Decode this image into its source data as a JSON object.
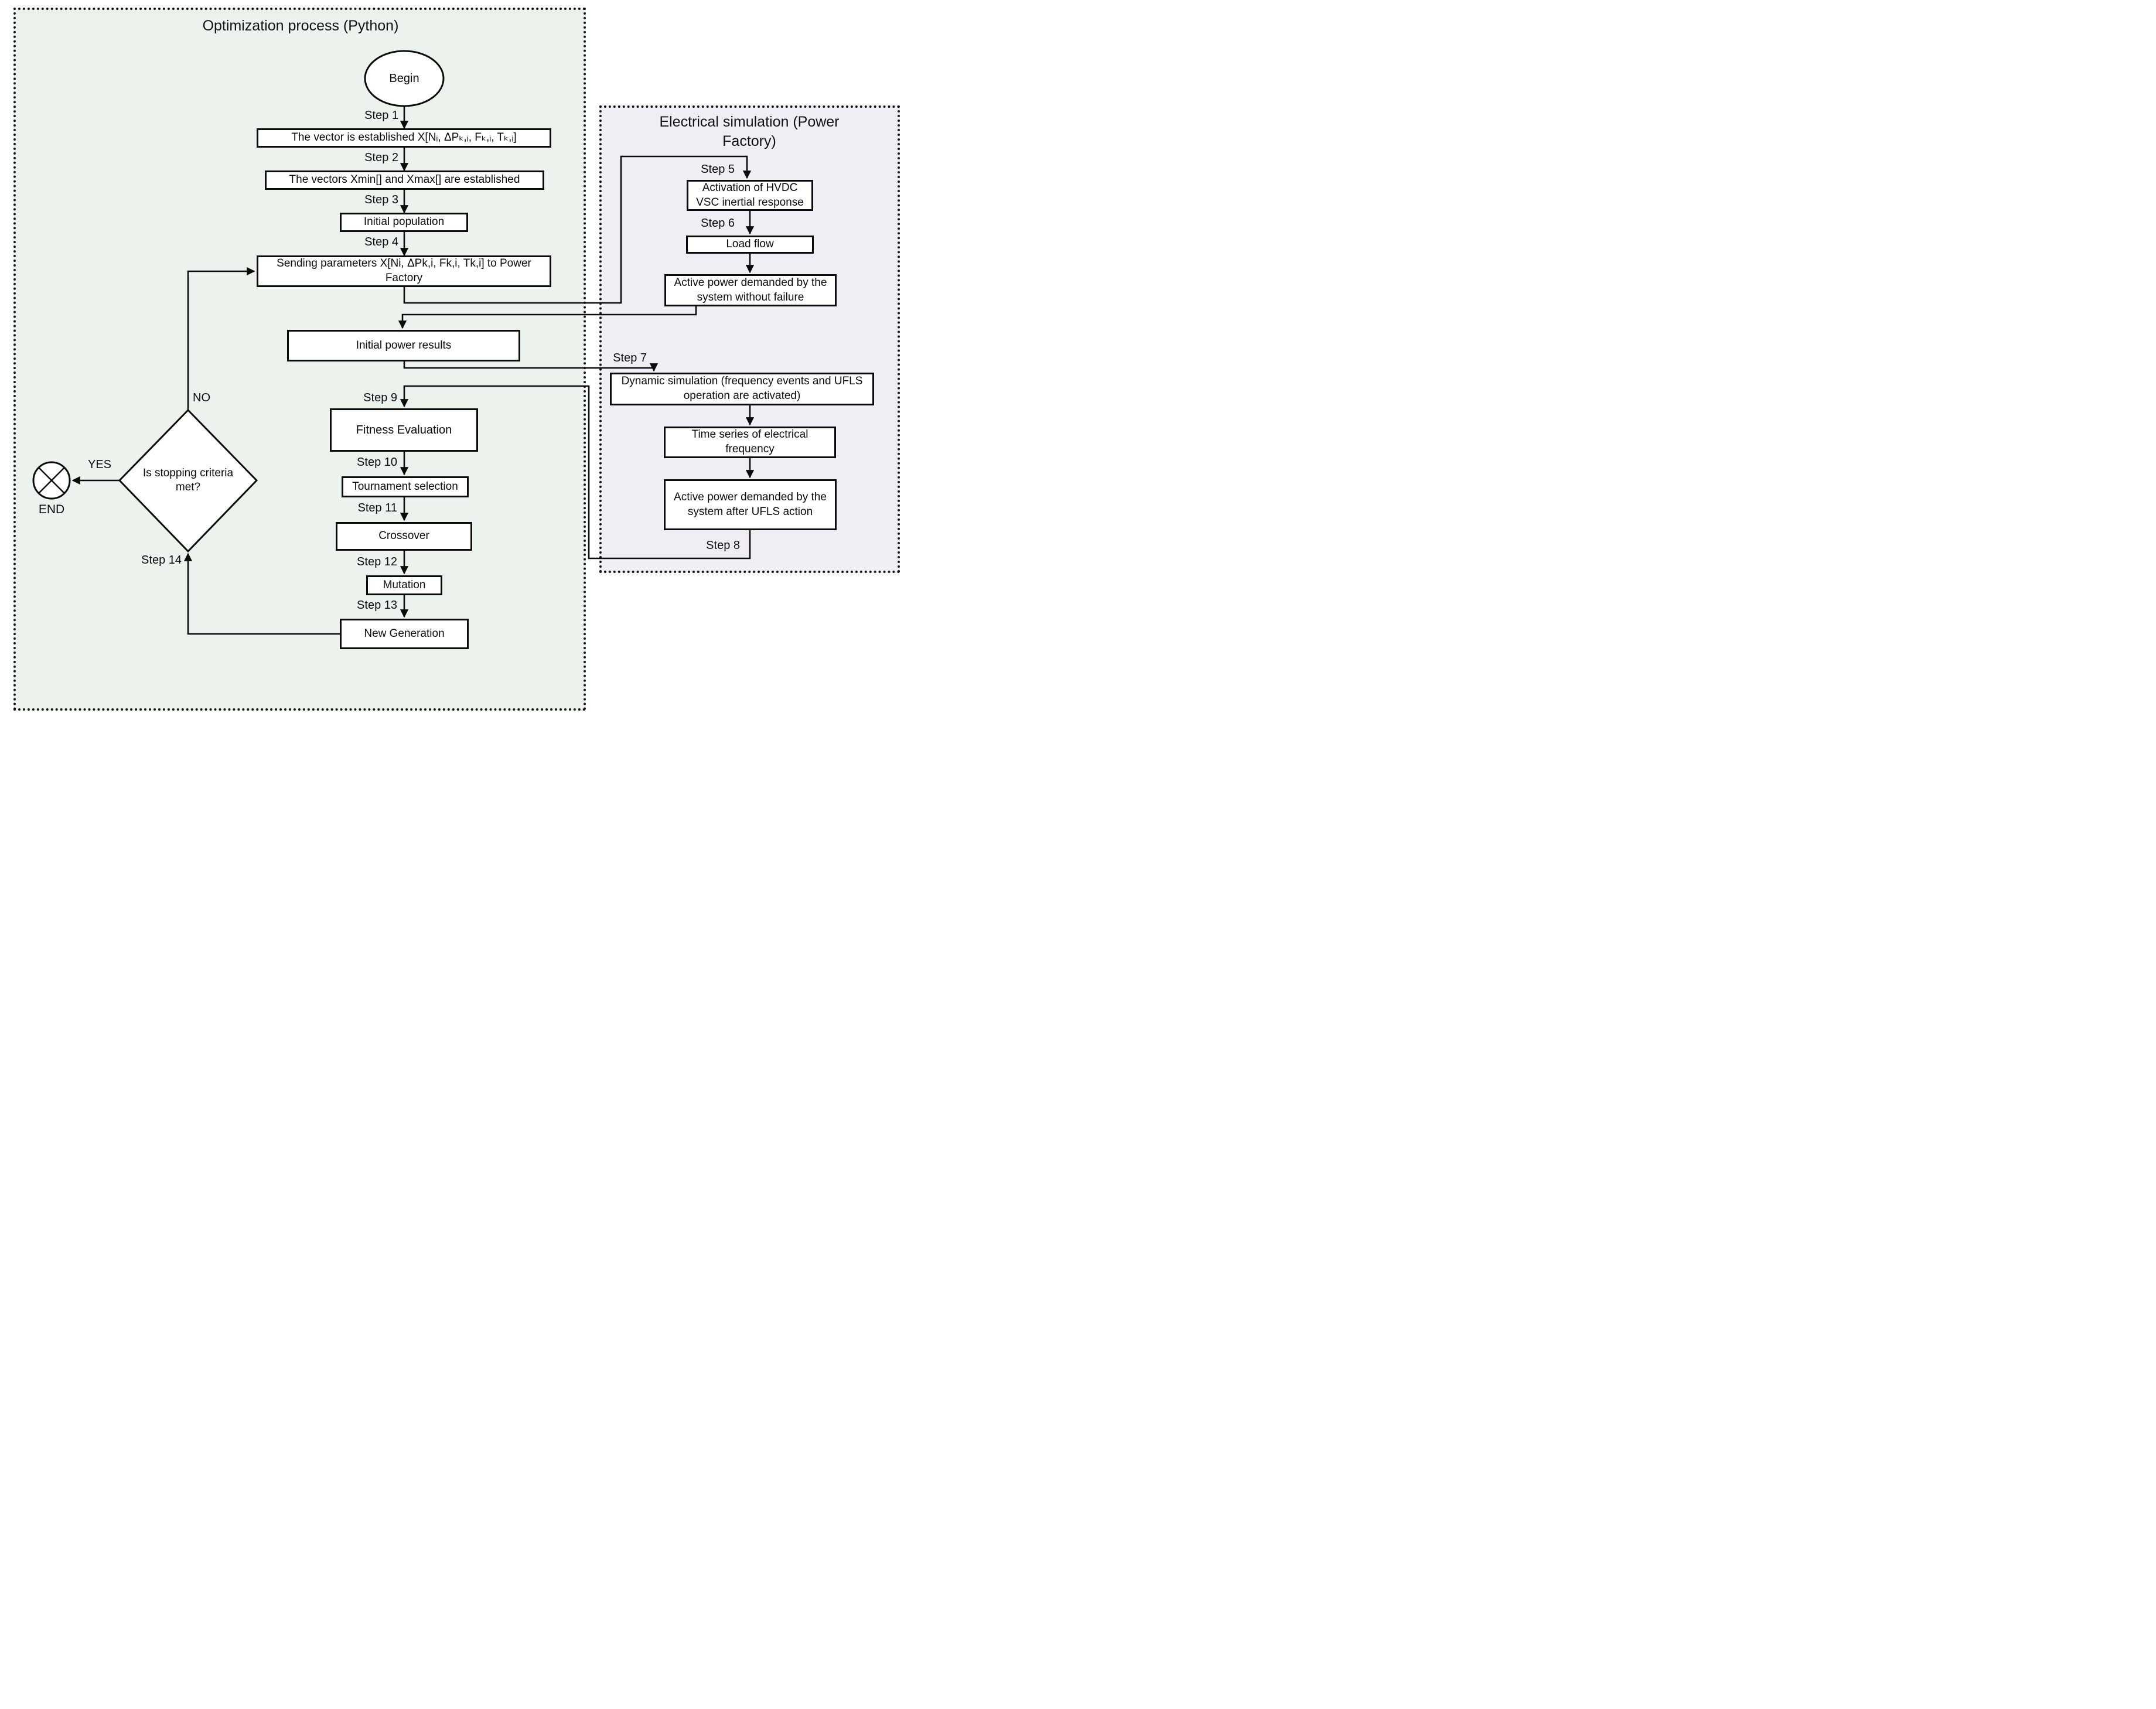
{
  "panels": {
    "optimization": {
      "title": "Optimization process (Python)",
      "bg": "#ecf3ec"
    },
    "electrical": {
      "title": "Electrical simulation (Power Factory)",
      "bg": "#f1edf5"
    }
  },
  "colors": {
    "line": "#0b0b0b",
    "box_bg": "#ffffff",
    "border": "#151515"
  },
  "steps": {
    "s1": "Step 1",
    "s2": "Step 2",
    "s3": "Step 3",
    "s4": "Step 4",
    "s5": "Step 5",
    "s6": "Step 6",
    "s7": "Step 7",
    "s8": "Step 8",
    "s9": "Step 9",
    "s10": "Step 10",
    "s11": "Step 11",
    "s12": "Step 12",
    "s13": "Step 13",
    "s14": "Step 14"
  },
  "labels": {
    "yes": "YES",
    "no": "NO",
    "end": "END"
  },
  "nodes": {
    "begin": "Begin",
    "vector": "The vector is established X[Nᵢ, ΔPₖ,ᵢ, Fₖ,ᵢ, Tₖ,ᵢ]",
    "minmax": "The vectors Xmin[] and Xmax[] are established",
    "init_pop": "Initial population",
    "sending": "Sending parameters X[Ni, ΔPk,i, Fk,i, Tk,i] to Power Factory",
    "activation": "Activation of HVDC VSC inertial response",
    "load_flow": "Load flow",
    "without_failure": "Active power demanded by the system without failure",
    "initial_power": "Initial power results",
    "dynamic_sim": "Dynamic simulation (frequency events and UFLS operation are activated)",
    "time_series": "Time series of electrical frequency",
    "after_ufls": "Active power demanded by the system after UFLS action",
    "fitness": "Fitness Evaluation",
    "tournament": "Tournament selection",
    "crossover": "Crossover",
    "mutation": "Mutation",
    "new_generation": "New Generation",
    "stopping": "Is stopping criteria met?"
  }
}
